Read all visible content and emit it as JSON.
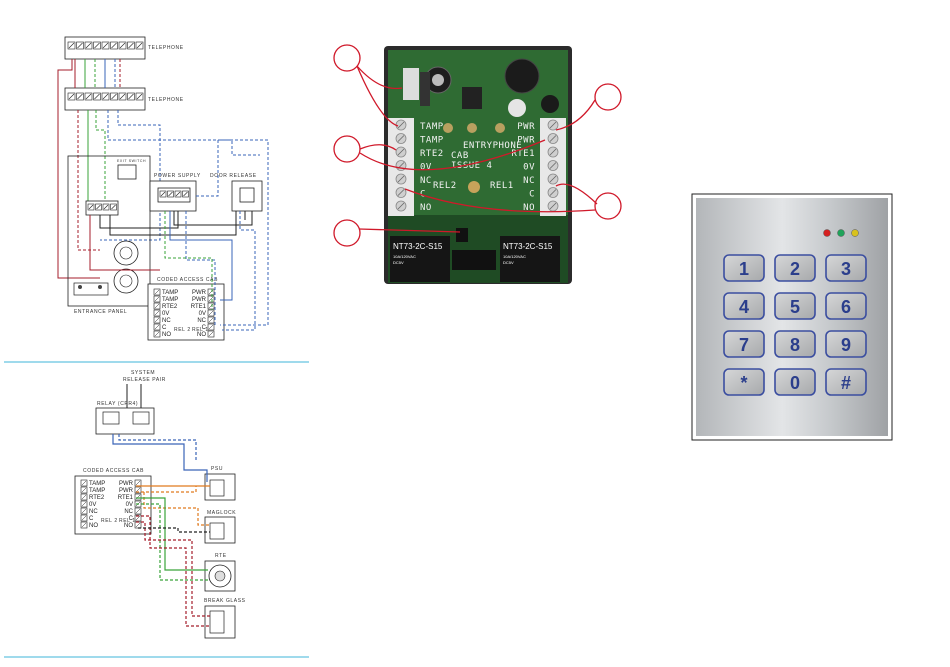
{
  "wiring_top": {
    "telephone_1": "TELEPHONE",
    "telephone_2": "TELEPHONE",
    "exit_switch": "EXIT SWITCH",
    "power_supply": "POWER SUPPLY",
    "door_release": "DOOR RELEASE",
    "coded_access_cab": "CODED ACCESS CAB",
    "entrance_panel": "ENTRANCE PANEL",
    "cab_terminals": [
      "TAMP",
      "TAMP",
      "RTE2",
      "0V",
      "NC",
      "C",
      "NO"
    ],
    "cab_terminals_right": [
      "PWR",
      "PWR",
      "RTE1",
      "0V",
      "NC",
      "C",
      "NO"
    ],
    "rel2": "REL 2",
    "rel1": "REL 1"
  },
  "wiring_bottom": {
    "system_release_pair": [
      "SYSTEM",
      "RELEASE PAIR"
    ],
    "relay_cpr": "RELAY (CPR4)",
    "coded_access_cab": "CODED ACCESS CAB",
    "psu": "PSU",
    "maglock": "MAGLOCK",
    "rte": "RTE",
    "break_glass": "BREAK GLASS",
    "cab_terminals": [
      "TAMP",
      "TAMP",
      "RTE2",
      "0V",
      "NC",
      "C",
      "NO"
    ],
    "cab_terminals_right": [
      "PWR",
      "PWR",
      "RTE1",
      "0V",
      "NC",
      "C",
      "NO"
    ],
    "rel2": "REL 2",
    "rel1": "REL 1"
  },
  "pcb": {
    "left_labels": [
      "TAMP",
      "TAMP",
      "RTE2",
      "0V",
      "NC",
      "C",
      "NO"
    ],
    "right_labels": [
      "PWR",
      "PWR",
      "RTE1",
      "0V",
      "NC",
      "C",
      "NO"
    ],
    "title": [
      "ENTRYPHONE",
      "CAB",
      "ISSUE 4"
    ],
    "rel2": "REL2",
    "rel1": "REL1",
    "relay_left": {
      "model": "NT73-2C-S15",
      "line1": "10A/120VAC",
      "line2": "DC5V"
    },
    "relay_right": {
      "model": "NT73-2C-S15",
      "line1": "10A/120VAC",
      "line2": "DC5V"
    }
  },
  "keypad": {
    "keys": [
      "1",
      "2",
      "3",
      "4",
      "5",
      "6",
      "7",
      "8",
      "9",
      "*",
      "0",
      "#"
    ],
    "led_colors": [
      "#d42020",
      "#1fa35a",
      "#d8c21e"
    ]
  },
  "colors": {
    "blue": "#3a64b8",
    "green": "#3aa33a",
    "red": "#a51d2b",
    "orange": "#e07a1f",
    "divider": "#3fb6d9",
    "pcb": "#2f6b33",
    "callout": "#d0192a"
  }
}
